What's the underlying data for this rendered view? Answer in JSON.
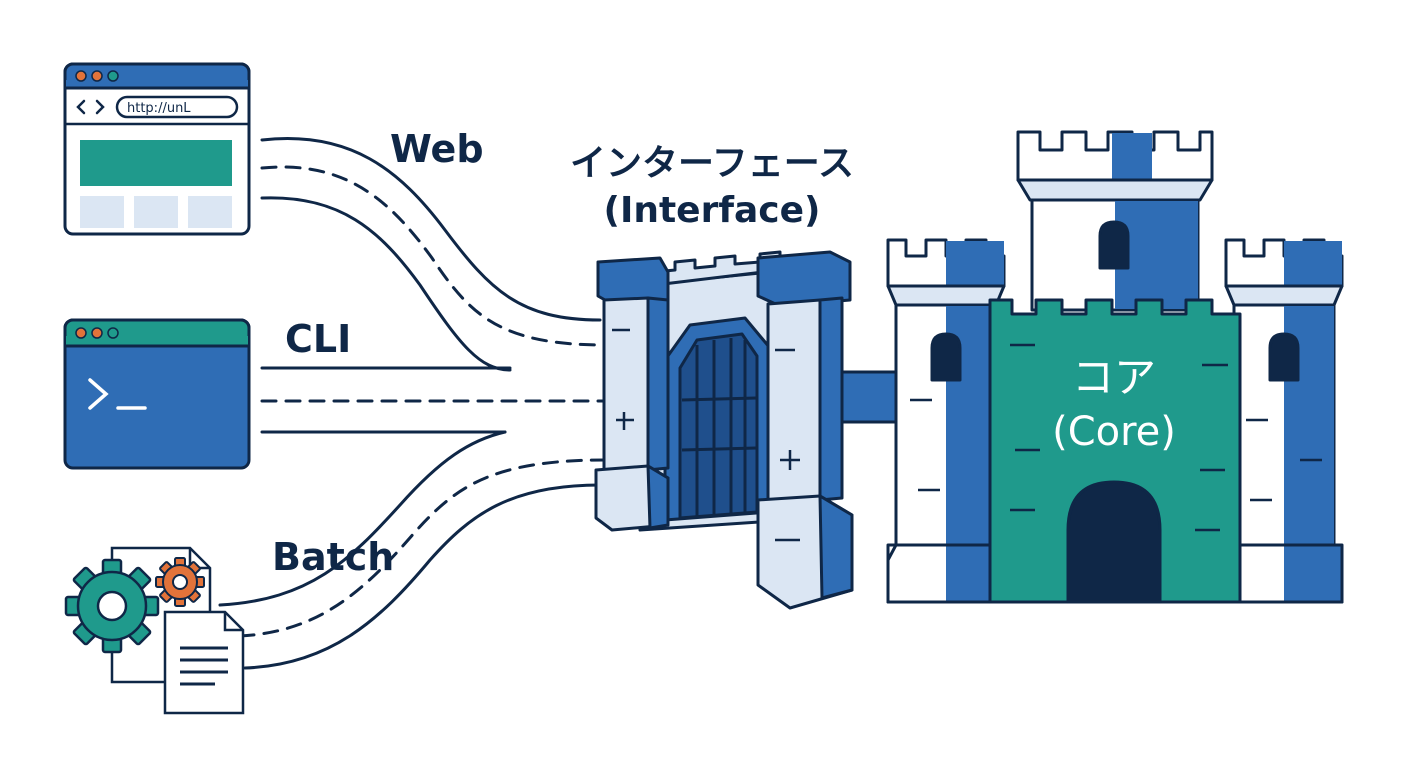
{
  "labels": {
    "web": "Web",
    "cli": "CLI",
    "batch": "Batch",
    "interface_jp": "インターフェース",
    "interface_en": "(Interface)",
    "core_jp": "コア",
    "core_en": "(Core)"
  },
  "browser": {
    "url": "http://unL"
  },
  "terminal": {
    "prompt": ">_"
  },
  "colors": {
    "navy": "#0f2747",
    "blue": "#2f6db5",
    "light": "#dbe6f3",
    "teal": "#1f9a8c",
    "orange": "#e2733a",
    "dark": "#112a4d"
  },
  "icons": [
    "browser-window-icon",
    "terminal-window-icon",
    "gear-icon",
    "document-icon",
    "gate-icon",
    "castle-icon"
  ]
}
